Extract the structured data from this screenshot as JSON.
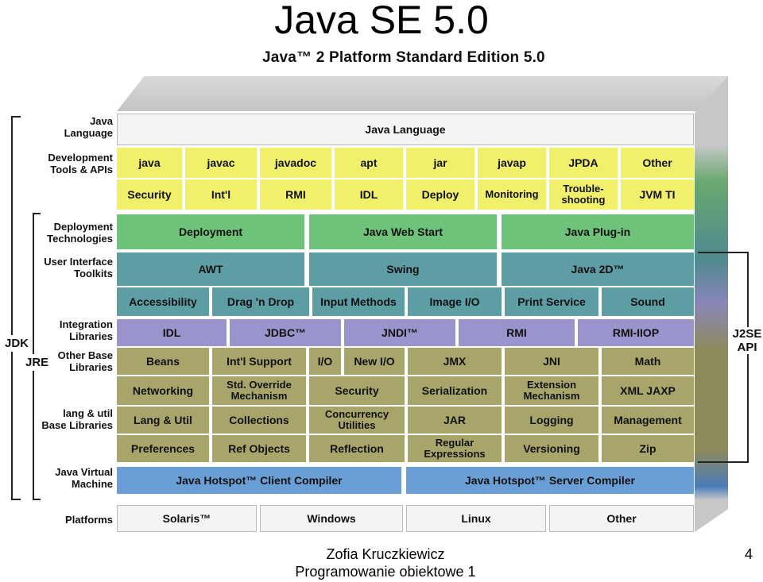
{
  "slide": {
    "title": "Java SE 5.0",
    "subtitle": "Java™ 2 Platform Standard Edition 5.0",
    "footer_line1": "Zofia Kruczkiewicz",
    "footer_line2": "Programowanie obiektowe 1",
    "page_number": "4"
  },
  "labels": {
    "java_language": "Java\nLanguage",
    "dev_tools": "Development\nTools & APIs",
    "deployment_tech": "Deployment\nTechnologies",
    "ui_toolkits": "User Interface\nToolkits",
    "integration_libs": "Integration\nLibraries",
    "other_base_libs": "Other Base\nLibraries",
    "lang_util_libs": "lang & util\nBase Libraries",
    "jvm": "Java Virtual\nMachine",
    "platforms": "Platforms",
    "jdk": "JDK",
    "jre": "JRE",
    "api": "J2SE\nAPI"
  },
  "rows": {
    "java_language": [
      "Java Language"
    ],
    "tools1": [
      "java",
      "javac",
      "javadoc",
      "apt",
      "jar",
      "javap",
      "JPDA",
      "Other"
    ],
    "tools2": [
      "Security",
      "Int'l",
      "RMI",
      "IDL",
      "Deploy",
      "Monitoring",
      "Trouble-\nshooting",
      "JVM TI"
    ],
    "deployment": [
      "Deployment",
      "Java Web Start",
      "Java Plug-in"
    ],
    "ui1": [
      "AWT",
      "Swing",
      "Java 2D™"
    ],
    "ui2": [
      "Accessibility",
      "Drag 'n Drop",
      "Input Methods",
      "Image I/O",
      "Print Service",
      "Sound"
    ],
    "integration": [
      "IDL",
      "JDBC™",
      "JNDI™",
      "RMI",
      "RMI-IIOP"
    ],
    "other1": [
      "Beans",
      "Int'l Support",
      "I/O",
      "New I/O",
      "JMX",
      "JNI",
      "Math"
    ],
    "other2": [
      "Networking",
      "Std. Override\nMechanism",
      "Security",
      "Serialization",
      "Extension\nMechanism",
      "XML JAXP"
    ],
    "lang1": [
      "Lang & Util",
      "Collections",
      "Concurrency\nUtilities",
      "JAR",
      "Logging",
      "Management"
    ],
    "lang2": [
      "Preferences",
      "Ref Objects",
      "Reflection",
      "Regular\nExpressions",
      "Versioning",
      "Zip"
    ],
    "jvm": [
      "Java Hotspot™ Client Compiler",
      "Java Hotspot™ Server Compiler"
    ],
    "platforms": [
      "Solaris™",
      "Windows",
      "Linux",
      "Other"
    ]
  },
  "colors": {
    "java_language": "#f4f4f4",
    "tools": "#f0f06a",
    "deployment": "#6fc27a",
    "ui": "#5d9ea4",
    "integration": "#9a93cc",
    "base": "#a8a56b",
    "jvm": "#6a9fd6",
    "platforms": "#f4f4f4"
  }
}
